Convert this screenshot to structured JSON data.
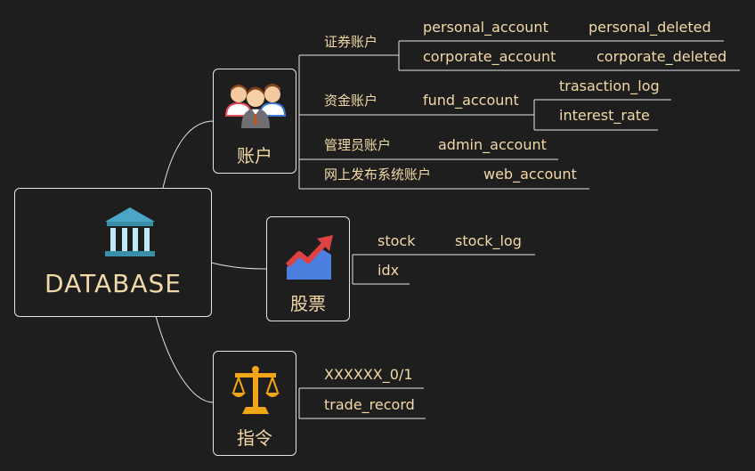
{
  "root": {
    "label": "DATABASE",
    "icon": "bank-building-icon"
  },
  "branches": {
    "accounts": {
      "label": "账户",
      "icon": "users-group-icon",
      "groups": {
        "securities": {
          "label": "证券账户",
          "items": [
            "personal_account",
            "personal_deleted",
            "corporate_account",
            "corporate_deleted"
          ]
        },
        "funds": {
          "label": "资金账户",
          "item": "fund_account",
          "children": [
            "trasaction_log",
            "interest_rate"
          ]
        },
        "admin": {
          "label": "管理员账户",
          "item": "admin_account"
        },
        "web": {
          "label": "网上发布系统账户",
          "item": "web_account"
        }
      }
    },
    "stocks": {
      "label": "股票",
      "icon": "trend-chart-icon",
      "items": {
        "stock": "stock",
        "stock_log": "stock_log",
        "idx": "idx"
      }
    },
    "orders": {
      "label": "指令",
      "icon": "balance-scale-icon",
      "items": [
        "XXXXXX_0/1",
        "trade_record"
      ]
    }
  },
  "colors": {
    "background": "#1e1e1f",
    "line": "#e6e6e6",
    "text": "#f2d9a6",
    "root_text": "#f0d8a8"
  }
}
